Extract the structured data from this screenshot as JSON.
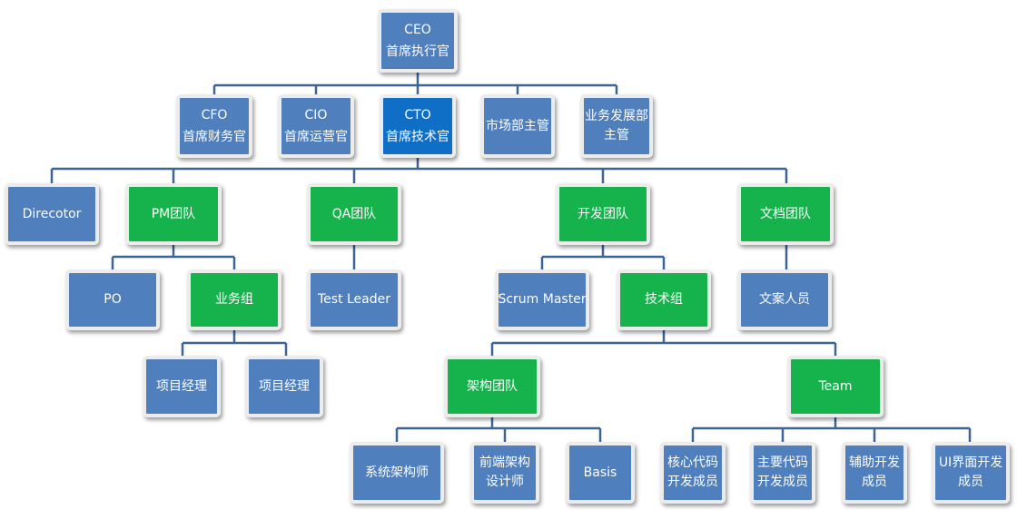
{
  "colors": {
    "blue": "#4f7fbc",
    "green": "#16b34d",
    "highlight": "#0f6fc7",
    "line": "#3c6497"
  },
  "nodes": {
    "ceo": {
      "line1": "CEO",
      "line2": "首席执行官"
    },
    "cfo": {
      "line1": "CFO",
      "line2": "首席财务官"
    },
    "cio": {
      "line1": "CIO",
      "line2": "首席运营官"
    },
    "cto": {
      "line1": "CTO",
      "line2": "首席技术官"
    },
    "market": {
      "line1": "市场部主管"
    },
    "bizdev": {
      "line1": "业务发展部",
      "line2": "主管"
    },
    "director": {
      "line1": "Direcotor"
    },
    "pm": {
      "line1": "PM团队"
    },
    "qa": {
      "line1": "QA团队"
    },
    "dev": {
      "line1": "开发团队"
    },
    "docs": {
      "line1": "文档团队"
    },
    "po": {
      "line1": "PO"
    },
    "bizgroup": {
      "line1": "业务组"
    },
    "testlead": {
      "line1": "Test Leader"
    },
    "scrum": {
      "line1": "Scrum Master"
    },
    "techgroup": {
      "line1": "技术组"
    },
    "copywriter": {
      "line1": "文案人员"
    },
    "pm1": {
      "line1": "项目经理"
    },
    "pm2": {
      "line1": "项目经理"
    },
    "arch": {
      "line1": "架构团队"
    },
    "team": {
      "line1": "Team"
    },
    "sysarch": {
      "line1": "系统架构师"
    },
    "frontarch": {
      "line1": "前端架构",
      "line2": "设计师"
    },
    "basis": {
      "line1": "Basis"
    },
    "coredev": {
      "line1": "核心代码",
      "line2": "开发成员"
    },
    "maindev": {
      "line1": "主要代码",
      "line2": "开发成员"
    },
    "assistdev": {
      "line1": "辅助开发",
      "line2": "成员"
    },
    "uidev": {
      "line1": "UI界面开发",
      "line2": "成员"
    }
  }
}
